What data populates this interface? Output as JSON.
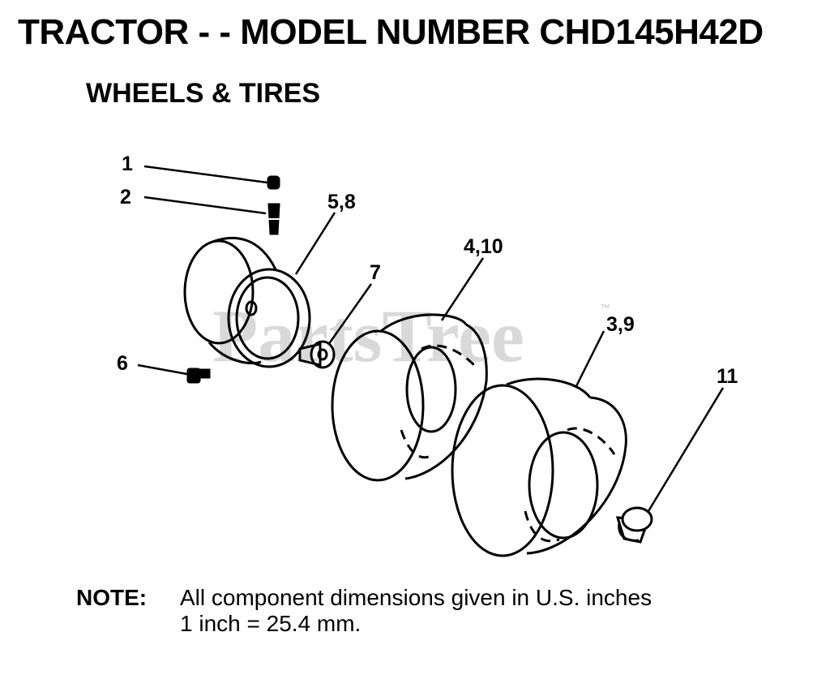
{
  "header": {
    "title": "TRACTOR - - MODEL NUMBER CHD145H42D",
    "subtitle": "WHEELS & TIRES"
  },
  "callouts": [
    "1",
    "2",
    "5,8",
    "7",
    "4,10",
    "3,9",
    "6",
    "11"
  ],
  "watermark": {
    "text": "PartsTree",
    "mark": "™"
  },
  "note": {
    "label": "NOTE:",
    "line1": "All component dimensions given in U.S. inches",
    "line2": "1 inch = 25.4 mm."
  }
}
